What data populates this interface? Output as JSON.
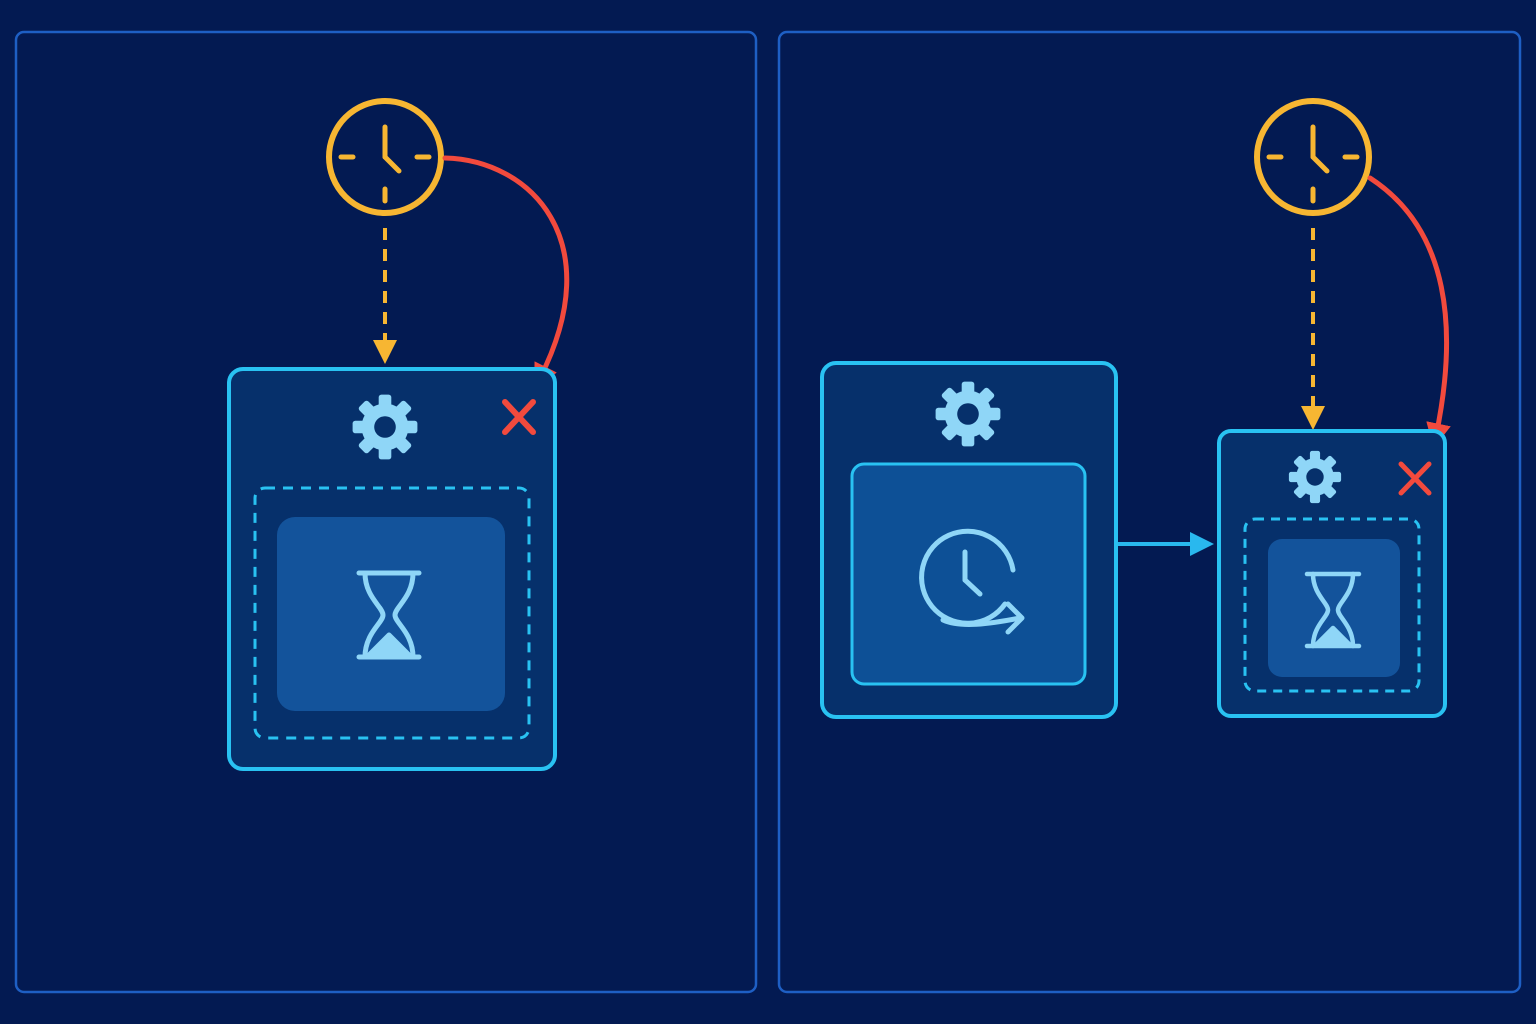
{
  "colors": {
    "background": "#031a52",
    "panel_border": "#1e5fc4",
    "box_border": "#29c2f2",
    "box_fill": "#06306b",
    "inner_fill": "#0d5096",
    "inner_fill_light": "#13539b",
    "icon_light": "#8fd6f7",
    "clock_amber": "#f7b632",
    "cancel_red": "#f24a3d",
    "flow_arrow": "#29b8ee"
  },
  "panels": [
    {
      "name": "left",
      "clock_icon": "clock-icon",
      "timeout_arrow": "dashed-arrow",
      "cancel_arrow": "curved-red-arrow",
      "task_box": {
        "header_icon": "gear-icon",
        "cancel_icon": "close-x-icon",
        "body_icon": "hourglass-icon",
        "body_border": "dashed"
      }
    },
    {
      "name": "right",
      "scheduler_box": {
        "header_icon": "gear-icon",
        "body_icon": "clock-rotate-arrow-icon"
      },
      "flow_arrow": "solid-arrow",
      "clock_icon": "clock-icon",
      "timeout_arrow": "dashed-arrow",
      "cancel_arrow": "curved-red-arrow",
      "task_box": {
        "header_icon": "gear-icon",
        "cancel_icon": "close-x-icon",
        "body_icon": "hourglass-icon",
        "body_border": "dashed"
      }
    }
  ]
}
